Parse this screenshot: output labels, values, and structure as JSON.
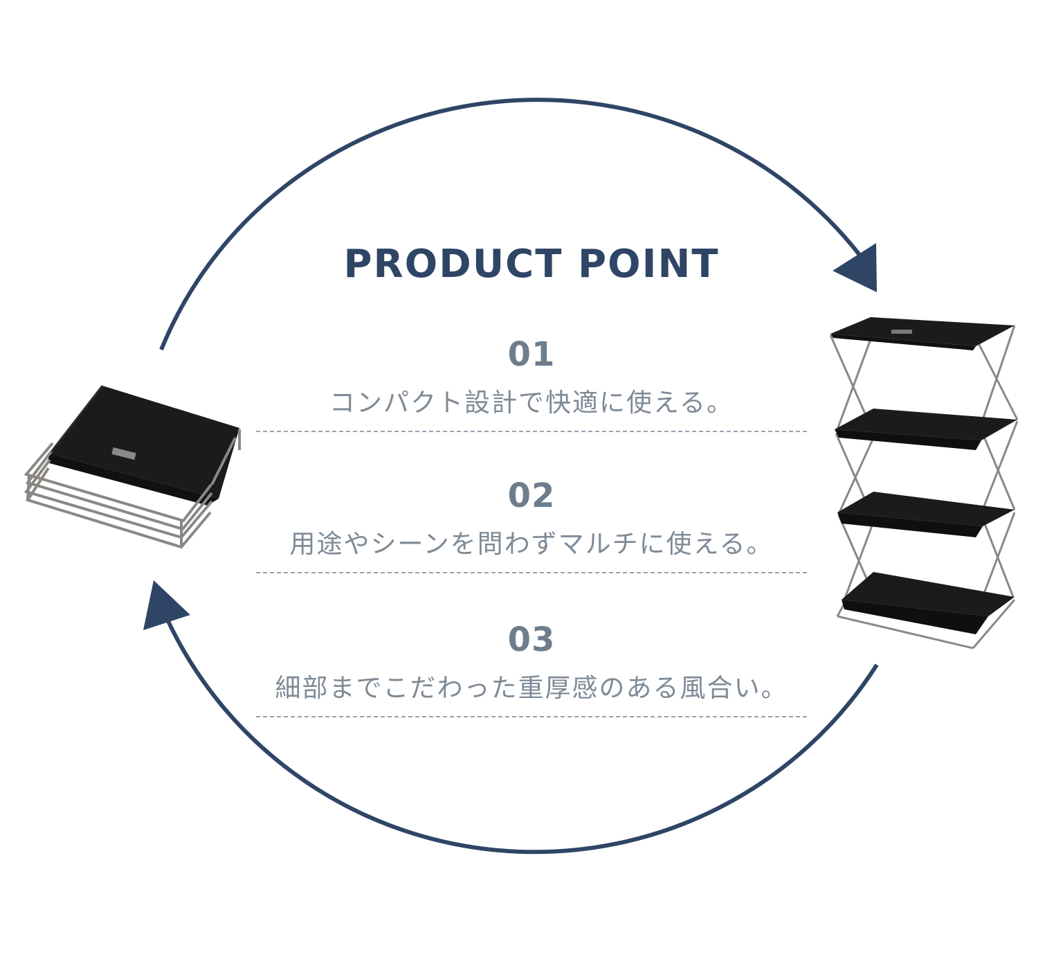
{
  "title": "PRODUCT POINT",
  "points": [
    {
      "number": "01",
      "text": "コンパクト設計で快適に使える。"
    },
    {
      "number": "02",
      "text": "用途やシーンを問わずマルチに使える。"
    },
    {
      "number": "03",
      "text": "細部までこだわった重厚感のある風合い。"
    }
  ],
  "colors": {
    "arrow": "#2f4566",
    "title": "#2f4566",
    "number": "#6d7d8c",
    "text": "#7e8a96",
    "divider": "#95a3b1"
  },
  "images": {
    "left": "folded-rack-icon",
    "right": "expanded-rack-icon"
  }
}
